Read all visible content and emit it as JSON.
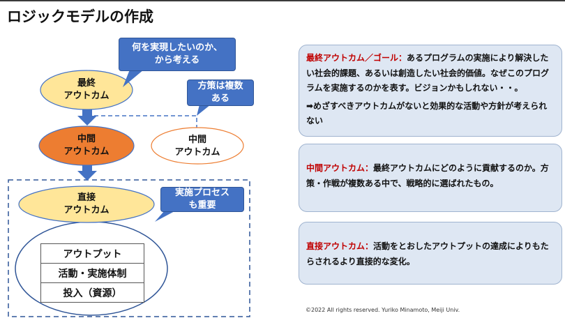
{
  "slide": {
    "title": "ロジックモデルの作成",
    "footer": "©2022 All rights reserved. Yuriko Minamoto, Meiji Univ."
  },
  "diagram": {
    "final_outcome": "最終\nアウトカム",
    "mid_outcome": "中間\nアウトカム",
    "alt_mid_outcome": "中間\nアウトカム",
    "direct_outcome": "直接\nアウトカム",
    "callout_top": "何を実現したいのか、\nから考える",
    "callout_measures": "方策は複数\nある",
    "callout_process": "実施プロセス\nも重要",
    "stack": [
      "アウトプット",
      "活動・実施体制",
      "投入（資源）"
    ]
  },
  "panels": {
    "final": {
      "head": "最終アウトカム／ゴール：",
      "body": "あるプログラムの実施により解決したい社会的課題、あるいは創造したい社会的価値。なぜこのプログラムを実施するのかを表す。ビジョンかもしれない・・。",
      "note": "➡めざすべきアウトカムがないと効果的な活動や方針が考えられない"
    },
    "mid": {
      "head": "中間アウトカム：",
      "body": "最終アウトカムにどのように貢献するのか。方策・作戦が複数ある中で、戦略的に選ばれたもの。"
    },
    "direct": {
      "head": "直接アウトカム：",
      "body": "活動をとおしたアウトプットの達成によりもたらされるより直接的な変化。"
    }
  },
  "colors": {
    "accent_blue": "#4472c4",
    "outcome_fill": "#ffe699",
    "mid_fill": "#ed7d31",
    "head_red": "#c00000",
    "panel_fill": "#dee7f3"
  }
}
